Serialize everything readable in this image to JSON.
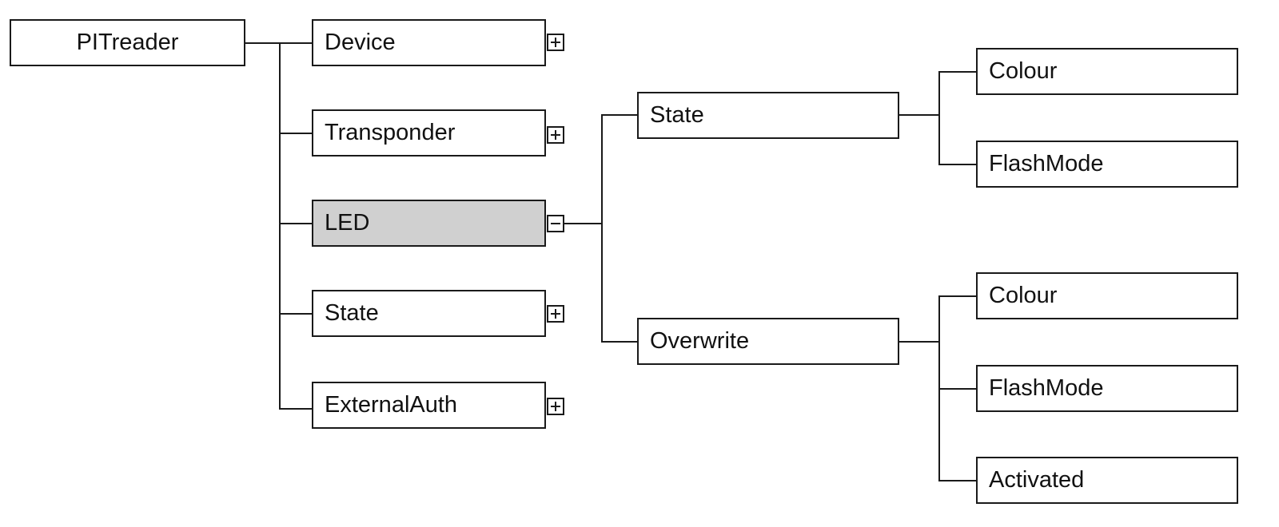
{
  "root": {
    "label": "PITreader"
  },
  "level1": [
    {
      "label": "Device",
      "toggle": "plus"
    },
    {
      "label": "Transponder",
      "toggle": "plus"
    },
    {
      "label": "LED",
      "toggle": "minus",
      "selected": true
    },
    {
      "label": "State",
      "toggle": "plus"
    },
    {
      "label": "ExternalAuth",
      "toggle": "plus"
    }
  ],
  "led_children": [
    {
      "label": "State",
      "children": [
        "Colour",
        "FlashMode"
      ]
    },
    {
      "label": "Overwrite",
      "children": [
        "Colour",
        "FlashMode",
        "Activated"
      ]
    }
  ],
  "colors": {
    "line": "#1a1a1a",
    "selected_fill": "#d0d0d0",
    "node_fill": "#ffffff"
  }
}
